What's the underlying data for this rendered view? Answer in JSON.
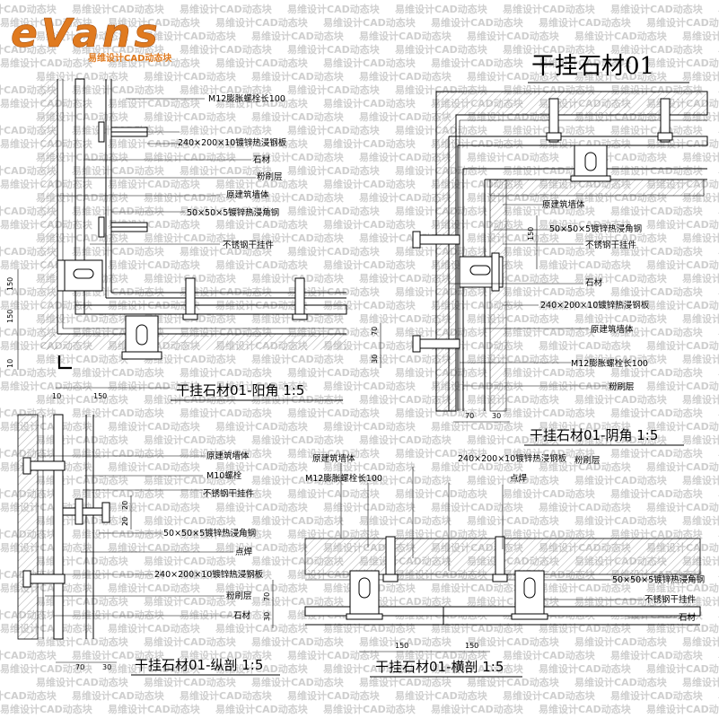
{
  "brand": {
    "logo_text": "eVans",
    "logo_sub": "易维设计CAD动态块",
    "color": "#e07a1f"
  },
  "main_title": "干挂石材01",
  "watermark": "易维设计CAD动态块",
  "views": {
    "outer_corner": {
      "title": "干挂石材01-阳角 1:5",
      "labels": [
        "M12膨胀螺栓长100",
        "240×200×10镀锌热浸钢板",
        "石材",
        "粉刷层",
        "原建筑墙体",
        "50×50×5镀锌热浸角钢",
        "不锈钢干挂件"
      ],
      "dims": [
        "150",
        "10",
        "150",
        "10",
        "150"
      ]
    },
    "inner_corner": {
      "title": "干挂石材01-阴角 1:5",
      "labels": [
        "原建筑墙体",
        "50×50×5镀锌热浸角钢",
        "不锈钢干挂件",
        "石材",
        "240×200×10镀锌热浸钢板",
        "原建筑墙体",
        "M12膨胀螺栓长100",
        "粉刷层"
      ],
      "dims": [
        "150",
        "70",
        "30",
        "70",
        "30"
      ]
    },
    "longitudinal": {
      "title": "干挂石材01-纵剖 1:5",
      "labels": [
        "原建筑墙体",
        "M10螺栓",
        "不锈钢干挂件",
        "50×50×5镀锌热浸角钢",
        "点焊",
        "240×200×10镀锌热浸钢板",
        "粉刷层",
        "石材"
      ],
      "dims": [
        "20",
        "20",
        "70",
        "30"
      ]
    },
    "cross": {
      "title": "干挂石材01-横剖 1:5",
      "labels": [
        "原建筑墙体",
        "M12膨胀螺栓长100",
        "240×200×10镀锌热浸钢板",
        "粉刷层",
        "点焊",
        "50×50×5镀锌热浸角钢",
        "不锈钢干挂件",
        "石材"
      ],
      "dims": [
        "70",
        "30",
        "150",
        "150"
      ]
    }
  }
}
